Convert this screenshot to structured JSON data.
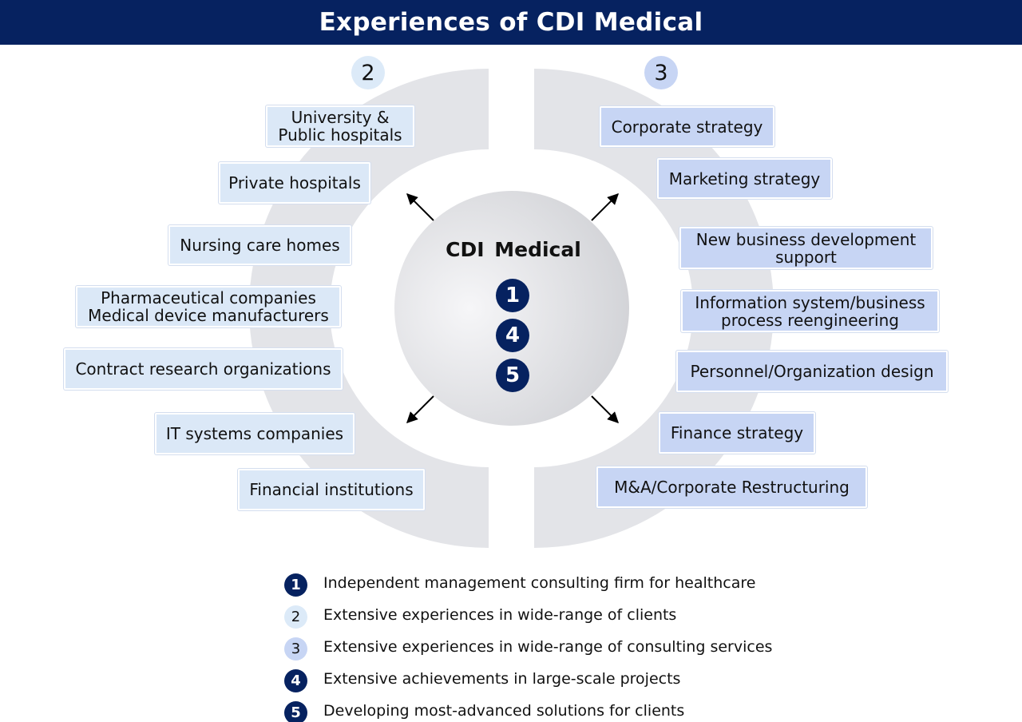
{
  "title": "Experiences of CDI Medical",
  "center": {
    "title": "CDI  Medical",
    "numbers": [
      "1",
      "4",
      "5"
    ]
  },
  "left_group": {
    "badge": "2",
    "items": [
      {
        "line1": "University &",
        "line2": "Public hospitals"
      },
      {
        "line1": "Private hospitals",
        "line2": ""
      },
      {
        "line1": "Nursing care homes",
        "line2": ""
      },
      {
        "line1": "Pharmaceutical companies",
        "line2": "Medical device manufacturers"
      },
      {
        "line1": "Contract research organizations",
        "line2": ""
      },
      {
        "line1": "IT systems companies",
        "line2": ""
      },
      {
        "line1": "Financial institutions",
        "line2": ""
      }
    ]
  },
  "right_group": {
    "badge": "3",
    "items": [
      {
        "line1": "Corporate strategy",
        "line2": ""
      },
      {
        "line1": "Marketing strategy",
        "line2": ""
      },
      {
        "line1": "New business development",
        "line2": "support"
      },
      {
        "line1": "Information system/business",
        "line2": "process reengineering"
      },
      {
        "line1": "Personnel/Organization design",
        "line2": ""
      },
      {
        "line1": "Finance strategy",
        "line2": ""
      },
      {
        "line1": "M&A/Corporate Restructuring",
        "line2": ""
      }
    ]
  },
  "legend": [
    {
      "num": "1",
      "text": "Independent management consulting firm for healthcare"
    },
    {
      "num": "2",
      "text": "Extensive experiences in wide-range of clients"
    },
    {
      "num": "3",
      "text": "Extensive experiences in wide-range of consulting services"
    },
    {
      "num": "4",
      "text": "Extensive achievements in large-scale projects"
    },
    {
      "num": "5",
      "text": "Developing most-advanced solutions for clients"
    }
  ],
  "colors": {
    "header_bg": "#062260",
    "ring": "#e3e4e8",
    "left_box": "#dbe8f7",
    "right_box": "#c7d5f4",
    "number_circle": "#062260"
  }
}
